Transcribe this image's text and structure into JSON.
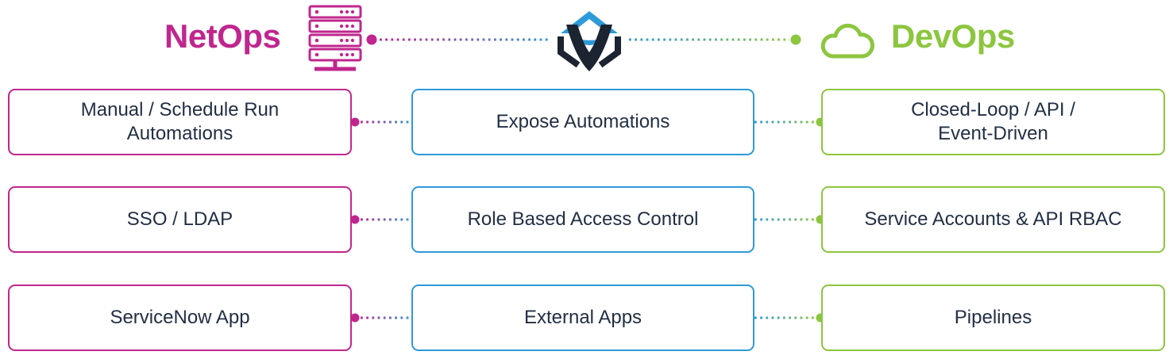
{
  "header": {
    "netops_label": "NetOps",
    "devops_label": "DevOps",
    "icons": {
      "netops": "server-rack-icon",
      "platform": "hexagon-v-logo",
      "devops": "cloud-icon"
    }
  },
  "rows": [
    {
      "left": {
        "label": "Manual / Schedule Run\nAutomations"
      },
      "center": {
        "label": "Expose Automations"
      },
      "right": {
        "label": "Closed-Loop / API /\nEvent-Driven"
      }
    },
    {
      "left": {
        "label": "SSO / LDAP"
      },
      "center": {
        "label": "Role Based Access Control"
      },
      "right": {
        "label": "Service Accounts & API RBAC"
      }
    },
    {
      "left": {
        "label": "ServiceNow App"
      },
      "center": {
        "label": "External Apps"
      },
      "right": {
        "label": "Pipelines"
      }
    }
  ],
  "colors": {
    "netops_magenta": "#C0268E",
    "platform_blue": "#2E9AD8",
    "devops_green": "#8CC63F",
    "text_navy": "#222F44",
    "logo_dark": "#1B2430"
  }
}
